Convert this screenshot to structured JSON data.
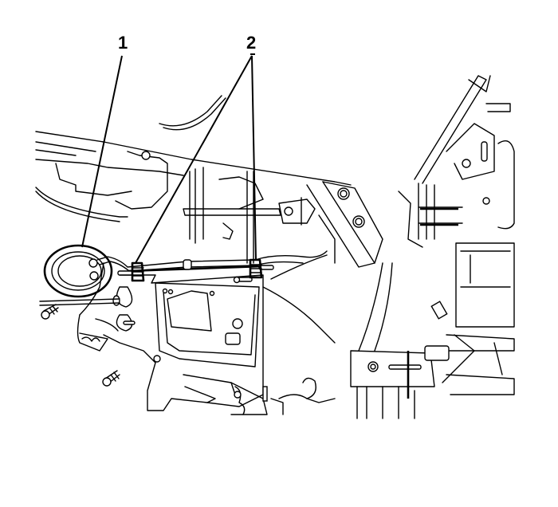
{
  "figure": {
    "type": "service-manual-line-illustration",
    "colors": {
      "line": "#000000",
      "background": "#ffffff"
    },
    "callouts": [
      {
        "id": "1",
        "label": "1",
        "points_to": "grommet",
        "leader_count": 1
      },
      {
        "id": "2",
        "label": "2",
        "points_to": "harness-clips",
        "leader_count": 2
      }
    ]
  }
}
